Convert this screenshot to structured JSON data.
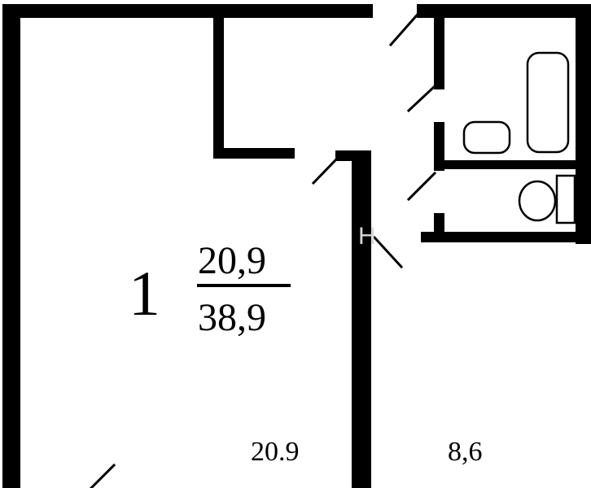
{
  "apartment": {
    "rooms_count": "1",
    "living_area": "20,9",
    "total_area": "38,9"
  },
  "rooms": {
    "living_room_area": "20.9",
    "kitchen_area": "8,6"
  },
  "watermark": {
    "text": "H"
  },
  "colors": {
    "walls": "#000000",
    "background": "#ffffff",
    "watermark": "#d8d8d8"
  }
}
